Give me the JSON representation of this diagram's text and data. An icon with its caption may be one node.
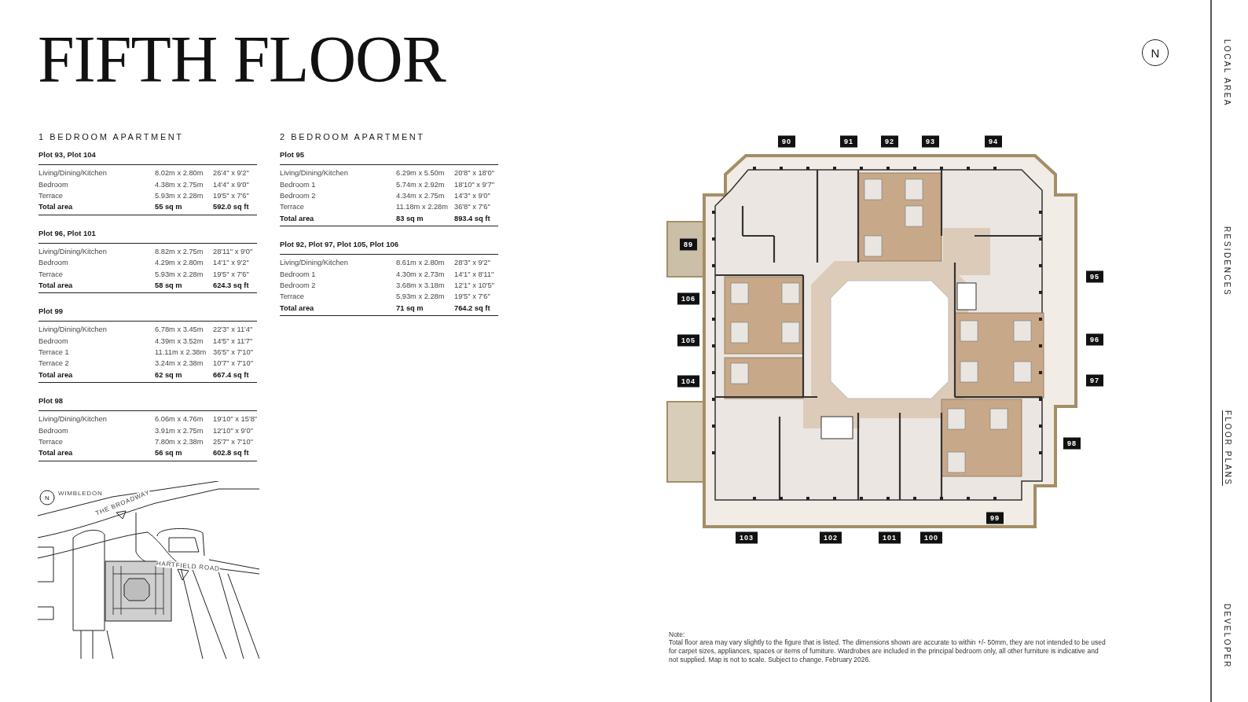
{
  "diagram": {
    "title": "FIFTH FLOOR",
    "labels": [
      "1 BEDROOM APARTMENT",
      "Plot 93, Plot 104",
      "Living/Dining/Kitchen",
      "8.02m x 2.80m",
      "26'4\" x 9'2\"",
      "Bedroom",
      "4.38m x 2.75m",
      "14'4\" x 9'0\"",
      "Terrace",
      "5.93m x 2.28m",
      "19'5\" x 7'6\"",
      "Total area",
      "55 sq m",
      "592.0 sq ft",
      "Plot 96, Plot 101",
      "Living/Dining/Kitchen",
      "8.82m x 2.75m",
      "28'11\" x 9'0\"",
      "Bedroom",
      "4.29m x 2.80m",
      "14'1\" x 9'2\"",
      "Terrace",
      "5.93m x 2.28m",
      "19'5\" x 7'6\"",
      "Total area",
      "58 sq m",
      "624.3 sq ft",
      "Plot 99",
      "Living/Dining/Kitchen",
      "6.78m x 3.45m",
      "22'3\" x 11'4\"",
      "Bedroom",
      "4.39m x 3.52m",
      "14'5\" x 11'7\"",
      "Terrace 1",
      "11.11m x 2.38m",
      "36'5\" x 7'10\"",
      "Terrace 2",
      "3.24m x 2.38m",
      "10'7\" x 7'10\"",
      "Total area",
      "62 sq m",
      "667.4 sq ft",
      "Plot 98",
      "Living/Dining/Kitchen",
      "6.06m x 4.76m",
      "19'10\" x 15'8\"",
      "Bedroom",
      "3.91m x 2.75m",
      "12'10\" x 9'0\"",
      "Terrace",
      "7.80m x 2.38m",
      "25'7\" x 7'10\"",
      "Total area",
      "56 sq m",
      "602.8 sq ft",
      "2 BEDROOM APARTMENT",
      "Plot 95",
      "Living/Dining/Kitchen",
      "6.29m x 5.50m",
      "20'8\" x 18'0\"",
      "Bedroom 1",
      "5.74m x 2.92m",
      "18'10\" x 9'7\"",
      "Bedroom 2",
      "4.34m x 2.75m",
      "14'3\" x 9'0\"",
      "Terrace",
      "11.18m x 2.28m",
      "36'8\" x 7'6\"",
      "Total area",
      "83 sq m",
      "893.4 sq ft",
      "Plot 92, Plot 97, Plot 105, Plot 106",
      "Living/Dining/Kitchen",
      "8.61m x 2.80m",
      "28'3\" x 9'2\"",
      "Bedroom 1",
      "4.30m x 2.73m",
      "14'1\" x 8'11\"",
      "Bedroom 2",
      "3.68m x 3.18m",
      "12'1\" x 10'5\"",
      "Terrace",
      "5.93m x 2.28m",
      "19'5\" x 7'6\"",
      "Total area",
      "71 sq m",
      "764.2 sq ft",
      "90",
      "91",
      "92",
      "93",
      "94",
      "89",
      "95",
      "106",
      "105",
      "96",
      "104",
      "97",
      "98",
      "99",
      "103",
      "102",
      "101",
      "100",
      "N",
      "N",
      "WIMBLEDON",
      "THE BROADWAY",
      "HARTFIELD ROAD",
      "Note:",
      "Total floor area may vary slightly to the figure that is listed. The dimensions shown are accurate to within +/- 50mm, they are not intended to be used for carpet sizes, appliances, spaces or items of furniture. Wardrobes are included in the principal bedroom only, all other furniture is indicative and not supplied. Map is not to scale. Subject to change. February 2026.",
      "LOCAL AREA",
      "RESIDENCES",
      "FLOOR PLANS",
      "DEVELOPER"
    ]
  }
}
